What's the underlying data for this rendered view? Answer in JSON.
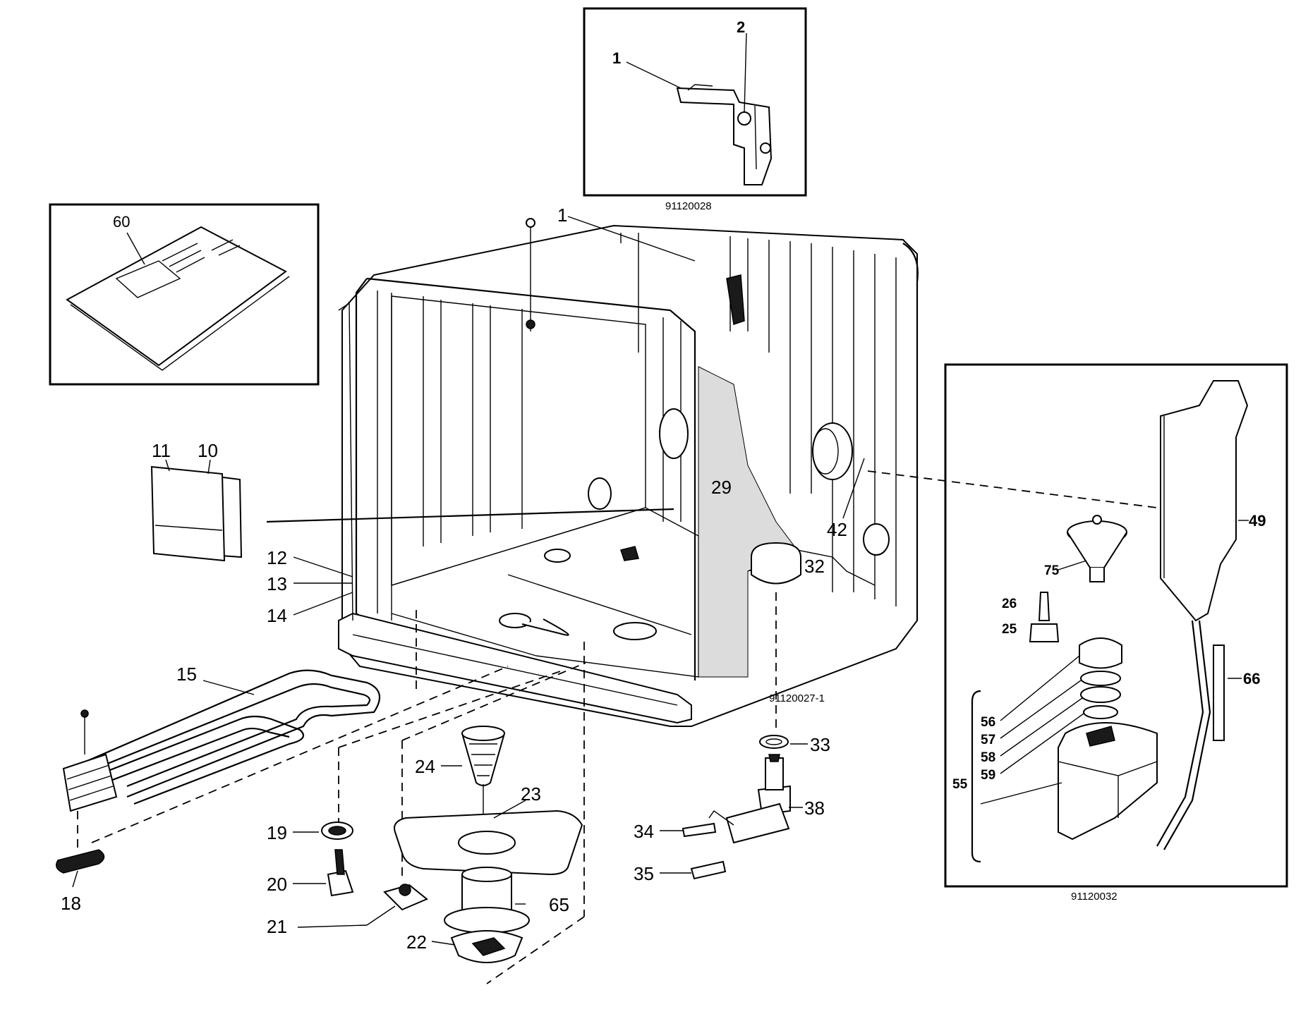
{
  "figure_codes": {
    "hinge_inset": "91120028",
    "tub": "91120027-1",
    "dispenser_inset": "91120032"
  },
  "labels": {
    "l1_inset": "1",
    "l2_inset": "2",
    "l1_tub": "1",
    "l10": "10",
    "l11": "11",
    "l12": "12",
    "l13": "13",
    "l14": "14",
    "l15": "15",
    "l18": "18",
    "l19": "19",
    "l20": "20",
    "l21": "21",
    "l22": "22",
    "l23": "23",
    "l24": "24",
    "l25": "25",
    "l26": "26",
    "l29": "29",
    "l32": "32",
    "l33": "33",
    "l34": "34",
    "l35": "35",
    "l38": "38",
    "l42": "42",
    "l49": "49",
    "l55": "55",
    "l56": "56",
    "l57": "57",
    "l58": "58",
    "l59": "59",
    "l60": "60",
    "l65": "65",
    "l66": "66",
    "l75": "75"
  }
}
